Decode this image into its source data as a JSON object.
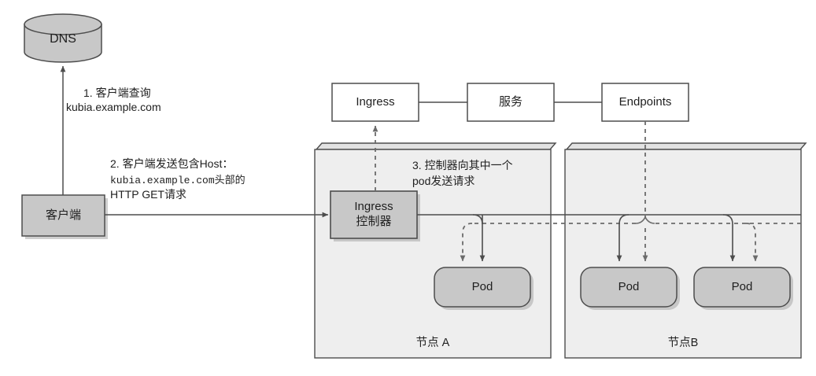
{
  "diagram": {
    "title": "Kubernetes Ingress request flow",
    "colors": {
      "node_fill": "#eeeeee",
      "node_stroke": "#4d4d4d",
      "node_top_fill": "#e0e0e0",
      "shape_fill": "#c8c8c8",
      "shape_stroke": "#4d4d4d",
      "plain_fill": "#ffffff",
      "line": "#4d4d4d",
      "text": "#1f1f1f",
      "shadow": "#9a9a9a"
    },
    "shapes": {
      "dns": {
        "label": "DNS",
        "kind": "cylinder"
      },
      "client": {
        "label": "客户端",
        "kind": "rect-filled"
      },
      "ingress": {
        "label": "Ingress",
        "kind": "rect-plain"
      },
      "service": {
        "label": "服务",
        "kind": "rect-plain"
      },
      "endpoints": {
        "label": "Endpoints",
        "kind": "rect-plain"
      },
      "ingress_controller": {
        "label_line1": "Ingress",
        "label_line2": "控制器",
        "kind": "rect-filled"
      }
    },
    "nodes": [
      {
        "id": "node-a",
        "caption": "节点 A",
        "pods": [
          {
            "label": "Pod"
          }
        ]
      },
      {
        "id": "node-b",
        "caption": "节点B",
        "pods": [
          {
            "label": "Pod"
          },
          {
            "label": "Pod"
          }
        ]
      }
    ],
    "annotations": [
      {
        "id": "step-1",
        "line1": "1. 客户端查询",
        "line2": "kubia.example.com"
      },
      {
        "id": "step-2",
        "line1": "2. 客户端发送包含Host：",
        "line2": "kubia.example.com头部的",
        "line3": "HTTP GET请求"
      },
      {
        "id": "step-3",
        "line1": "3. 控制器向其中一个",
        "line2": "pod发送请求"
      }
    ]
  }
}
